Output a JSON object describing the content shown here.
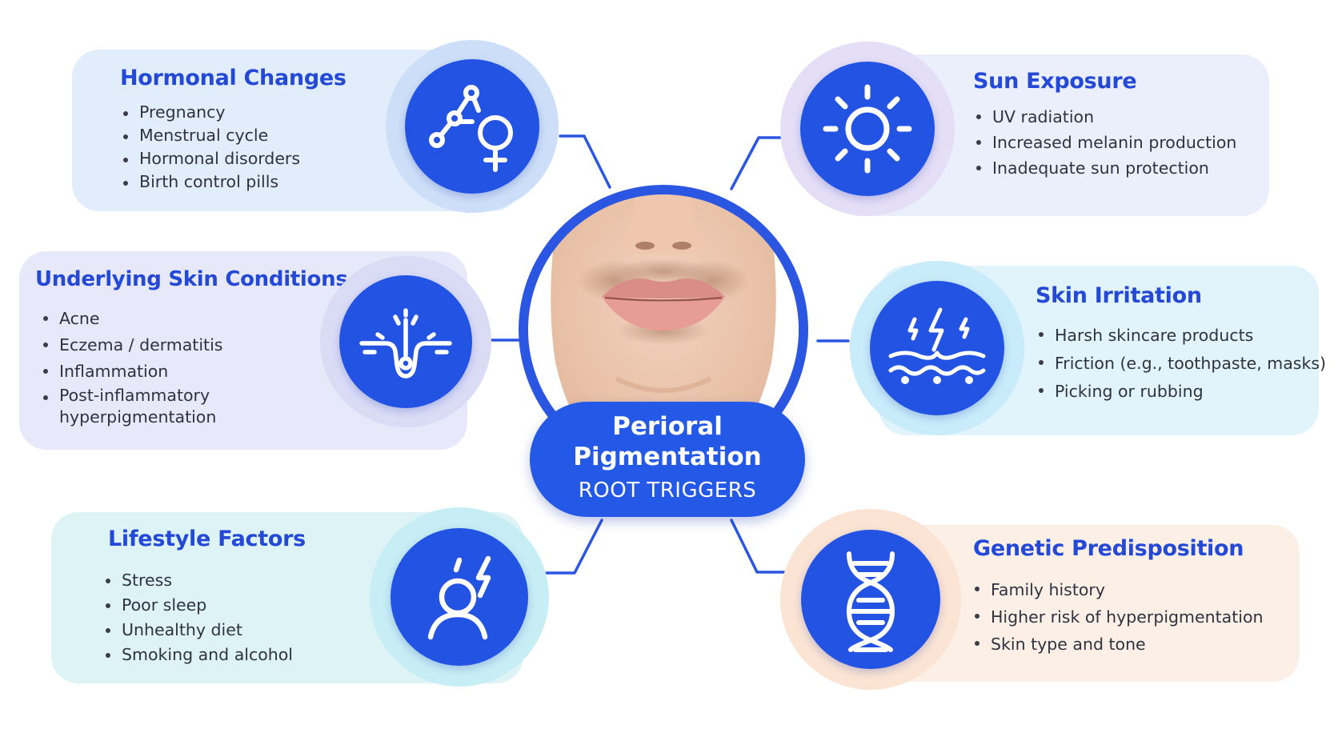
{
  "center": {
    "title": "Perioral\nPigmentation",
    "subtitle": "ROOT TRIGGERS"
  },
  "colors": {
    "accent": "#2253e3",
    "title_text": "#2349d6"
  },
  "triggers": [
    {
      "title": "Hormonal Changes",
      "icon": "female-hormone-molecule-icon",
      "items": [
        "Pregnancy",
        "Menstrual cycle",
        "Hormonal disorders",
        "Birth control pills"
      ]
    },
    {
      "title": "Sun Exposure",
      "icon": "sun-icon",
      "items": [
        "UV radiation",
        "Increased melanin production",
        "Inadequate sun protection"
      ]
    },
    {
      "title": "Underlying Skin Conditions",
      "icon": "hair-follicle-inflammation-icon",
      "items": [
        "Acne",
        "Eczema / dermatitis",
        "Inflammation",
        "Post-inflammatory hyperpigmentation"
      ]
    },
    {
      "title": "Skin Irritation",
      "icon": "irritated-skin-lightning-icon",
      "items": [
        "Harsh skincare products",
        "Friction (e.g., toothpaste, masks)",
        "Picking or rubbing"
      ]
    },
    {
      "title": "Lifestyle Factors",
      "icon": "stressed-person-icon",
      "items": [
        "Stress",
        "Poor sleep",
        "Unhealthy diet",
        "Smoking and alcohol"
      ]
    },
    {
      "title": "Genetic Predisposition",
      "icon": "dna-helix-icon",
      "items": [
        "Family history",
        "Higher risk of hyperpigmentation",
        "Skin type and tone"
      ]
    }
  ]
}
